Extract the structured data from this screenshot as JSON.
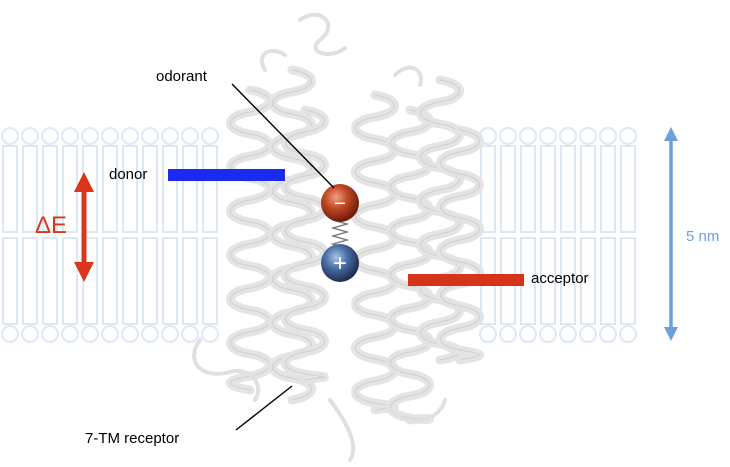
{
  "labels": {
    "odorant": "odorant",
    "donor": "donor",
    "acceptor": "acceptor",
    "receptor": "7-TM receptor",
    "delta_e": "ΔE",
    "membrane_thickness": "5 nm"
  },
  "charges": {
    "negative": "−",
    "positive": "+"
  },
  "colors": {
    "donor_level": "#1a2bef",
    "acceptor_level": "#d6331b",
    "delta_e_arrow": "#d9361c",
    "thickness_arrow": "#6a9fe0",
    "membrane": "#dde9f4",
    "protein": "#e6e6e6",
    "negative_sphere": "#b84022",
    "positive_sphere": "#3f5f93"
  }
}
